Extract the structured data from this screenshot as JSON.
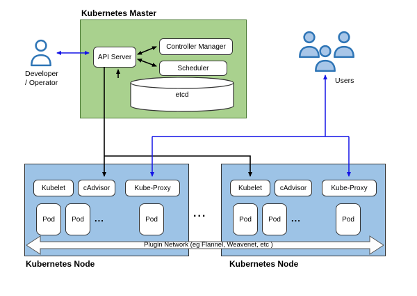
{
  "master": {
    "label": "Kubernetes Master",
    "api_server": "API Server",
    "controller_manager": "Controller Manager",
    "scheduler": "Scheduler",
    "etcd": "etcd"
  },
  "developer": {
    "line1": "Developer",
    "line2": "/ Operator"
  },
  "users": {
    "label": "Users"
  },
  "nodes": [
    {
      "label": "Kubernetes Node",
      "components": {
        "kubelet": "Kubelet",
        "cadvisor": "cAdvisor",
        "kube_proxy": "Kube-Proxy"
      },
      "pods": [
        "Pod",
        "Pod",
        "Pod"
      ],
      "pods_ellipsis": "..."
    },
    {
      "label": "Kubernetes Node",
      "components": {
        "kubelet": "Kubelet",
        "cadvisor": "cAdvisor",
        "kube_proxy": "Kube-Proxy"
      },
      "pods": [
        "Pod",
        "Pod",
        "Pod"
      ],
      "pods_ellipsis": "..."
    }
  ],
  "between_nodes_ellipsis": "...",
  "plugin_network_label": "Plugin Network (eg Flannel, Weavenet, etc )",
  "colors": {
    "master_fill": "#a9d18e",
    "master_border": "#4a7a33",
    "node_fill": "#9dc3e6",
    "node_border": "#333333",
    "arrow_blue": "#1414e6",
    "person_stroke": "#2e75b6",
    "person_fill": "#a8c6e8"
  }
}
